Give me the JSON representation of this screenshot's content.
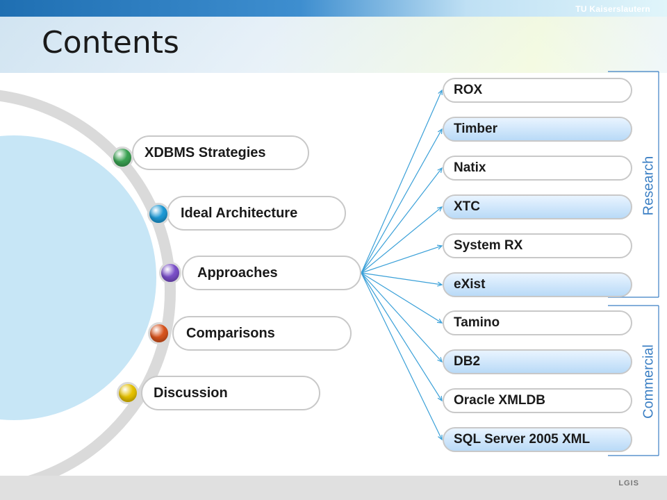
{
  "header": {
    "title": "Contents",
    "university": "TU Kaiserslautern"
  },
  "footer": {
    "label": "LGIS"
  },
  "agenda": {
    "items": [
      {
        "label": "XDBMS Strategies",
        "color": "#3aa252"
      },
      {
        "label": "Ideal Architecture",
        "color": "#1e9ad6"
      },
      {
        "label": "Approaches",
        "color": "#7a4fc9"
      },
      {
        "label": "Comparisons",
        "color": "#d8541e"
      },
      {
        "label": "Discussion",
        "color": "#e6c200"
      }
    ]
  },
  "systems": {
    "research": {
      "label": "Research",
      "items": [
        "ROX",
        "Timber",
        "Natix",
        "XTC",
        "System RX",
        "eXist"
      ]
    },
    "commercial": {
      "label": "Commercial",
      "items": [
        "Tamino",
        "DB2",
        "Oracle XMLDB",
        "SQL Server 2005 XML"
      ]
    }
  },
  "colors": {
    "accent": "#3b7fc4",
    "connector": "#3aa0d8",
    "circle": "#c7e6f6"
  }
}
